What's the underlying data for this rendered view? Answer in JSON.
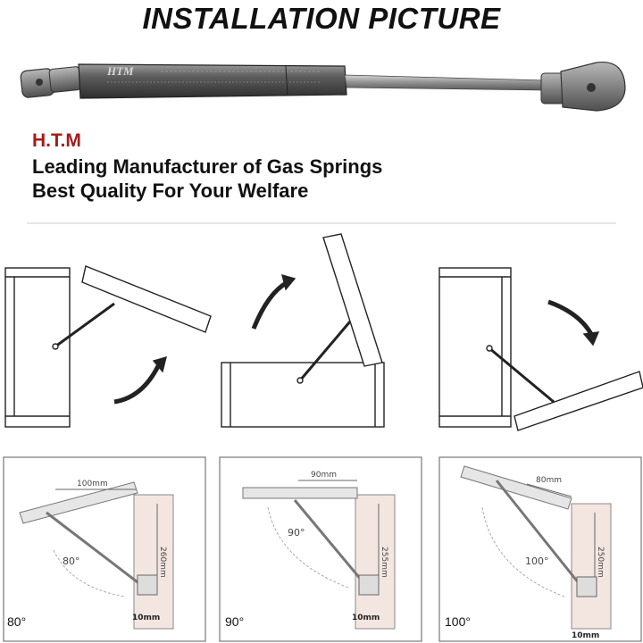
{
  "title": "INSTALLATION PICTURE",
  "brand": "H.T.M",
  "tagline_1": "Leading Manufacturer of Gas Springs",
  "tagline_2": "Best Quality For Your Welfare",
  "cylinder_logo": "HTM",
  "panels": [
    {
      "angle_label": "80°",
      "arc_label": "80°",
      "width_dim": "100mm",
      "height_dim": "260mm",
      "offset_dim": "10mm"
    },
    {
      "angle_label": "90°",
      "arc_label": "90°",
      "width_dim": "90mm",
      "height_dim": "255mm",
      "offset_dim": "10mm"
    },
    {
      "angle_label": "100°",
      "arc_label": "100°",
      "width_dim": "80mm",
      "height_dim": "250mm",
      "offset_dim": "10mm"
    }
  ],
  "colors": {
    "accent": "#a51b1b",
    "text": "#111111",
    "cabinet": "#f3e6e0",
    "metal": "#7d7d7d"
  }
}
